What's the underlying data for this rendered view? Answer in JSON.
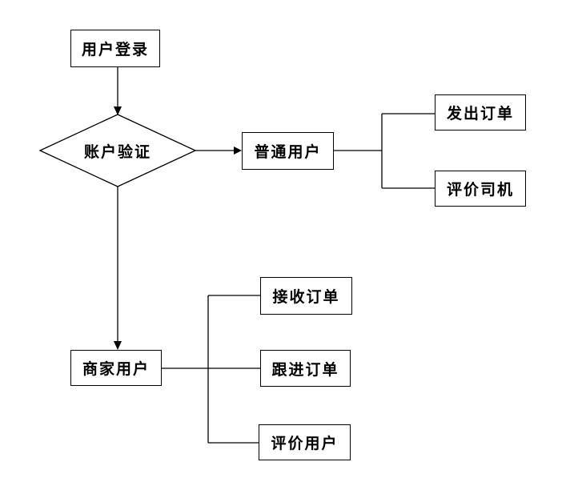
{
  "diagram": {
    "type": "flowchart",
    "background_color": "#ffffff",
    "line_color": "#000000",
    "node_fill_color": "#ffffff",
    "node_border_color": "#000000",
    "text_color": "#000000",
    "nodes": {
      "login": {
        "label": "用户登录",
        "shape": "rectangle"
      },
      "verify": {
        "label": "账户验证",
        "shape": "diamond"
      },
      "normal_user": {
        "label": "普通用户",
        "shape": "rectangle"
      },
      "send_order": {
        "label": "发出订单",
        "shape": "rectangle"
      },
      "rate_driver": {
        "label": "评价司机",
        "shape": "rectangle"
      },
      "merchant_user": {
        "label": "商家用户",
        "shape": "rectangle"
      },
      "receive_order": {
        "label": "接收订单",
        "shape": "rectangle"
      },
      "follow_order": {
        "label": "跟进订单",
        "shape": "rectangle"
      },
      "rate_user": {
        "label": "评价用户",
        "shape": "rectangle"
      }
    },
    "edges": [
      {
        "from": "用户登录",
        "to": "账户验证",
        "arrow": true
      },
      {
        "from": "账户验证",
        "to": "普通用户",
        "arrow": true
      },
      {
        "from": "普通用户",
        "to": "发出订单",
        "arrow": false
      },
      {
        "from": "普通用户",
        "to": "评价司机",
        "arrow": false
      },
      {
        "from": "账户验证",
        "to": "商家用户",
        "arrow": true
      },
      {
        "from": "商家用户",
        "to": "接收订单",
        "arrow": false
      },
      {
        "from": "商家用户",
        "to": "跟进订单",
        "arrow": false
      },
      {
        "from": "商家用户",
        "to": "评价用户",
        "arrow": false
      }
    ]
  }
}
